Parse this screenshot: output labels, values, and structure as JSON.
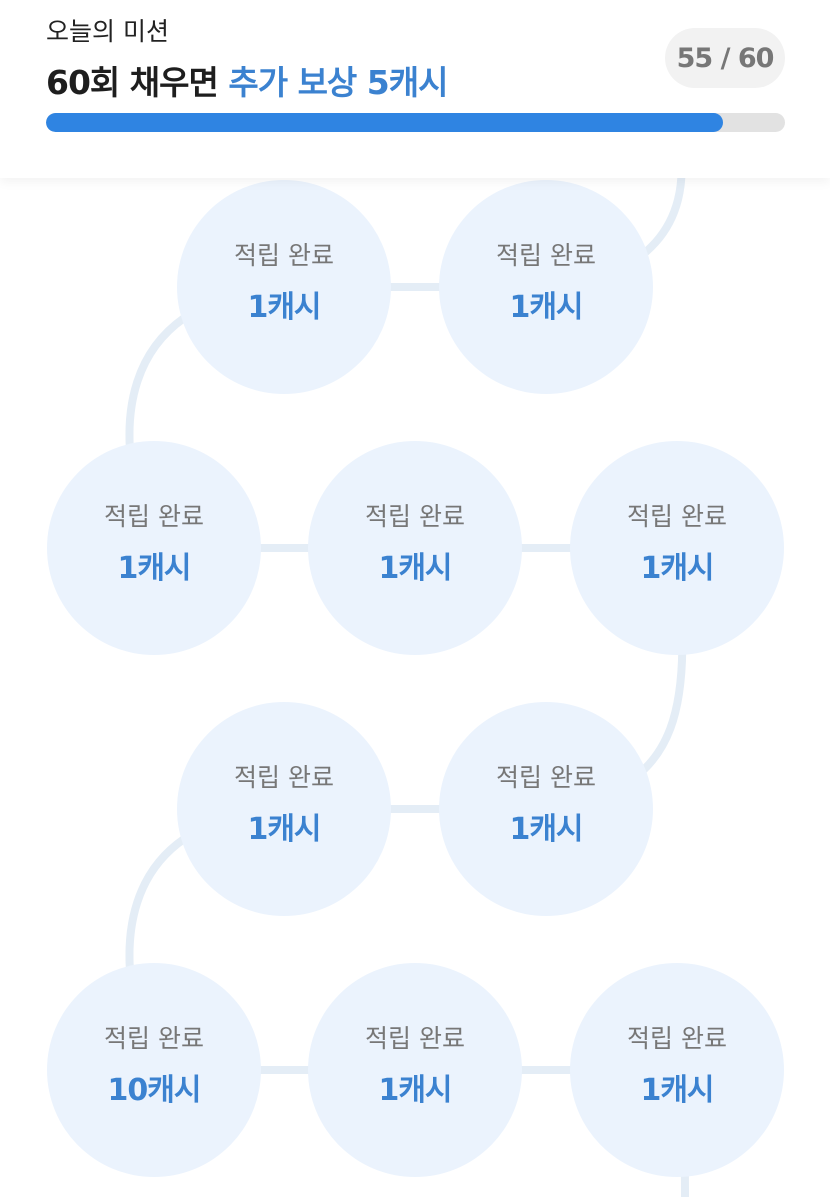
{
  "header": {
    "subtitle": "오늘의 미션",
    "title_main": "60회 채우면",
    "title_accent": "추가 보상 5캐시",
    "progress_text": "55 / 60",
    "progress_current": 55,
    "progress_total": 60
  },
  "colors": {
    "accent": "#3b82d0",
    "bar_fill": "#2f84e2",
    "node_bg": "#ebf3fd",
    "path": "#e4edf6"
  },
  "nodes": [
    {
      "label": "적립 완료",
      "amount": "1캐시"
    },
    {
      "label": "적립 완료",
      "amount": "1캐시"
    },
    {
      "label": "적립 완료",
      "amount": "1캐시"
    },
    {
      "label": "적립 완료",
      "amount": "1캐시"
    },
    {
      "label": "적립 완료",
      "amount": "1캐시"
    },
    {
      "label": "적립 완료",
      "amount": "1캐시"
    },
    {
      "label": "적립 완료",
      "amount": "1캐시"
    },
    {
      "label": "적립 완료",
      "amount": "10캐시"
    },
    {
      "label": "적립 완료",
      "amount": "1캐시"
    },
    {
      "label": "적립 완료",
      "amount": "1캐시"
    }
  ]
}
